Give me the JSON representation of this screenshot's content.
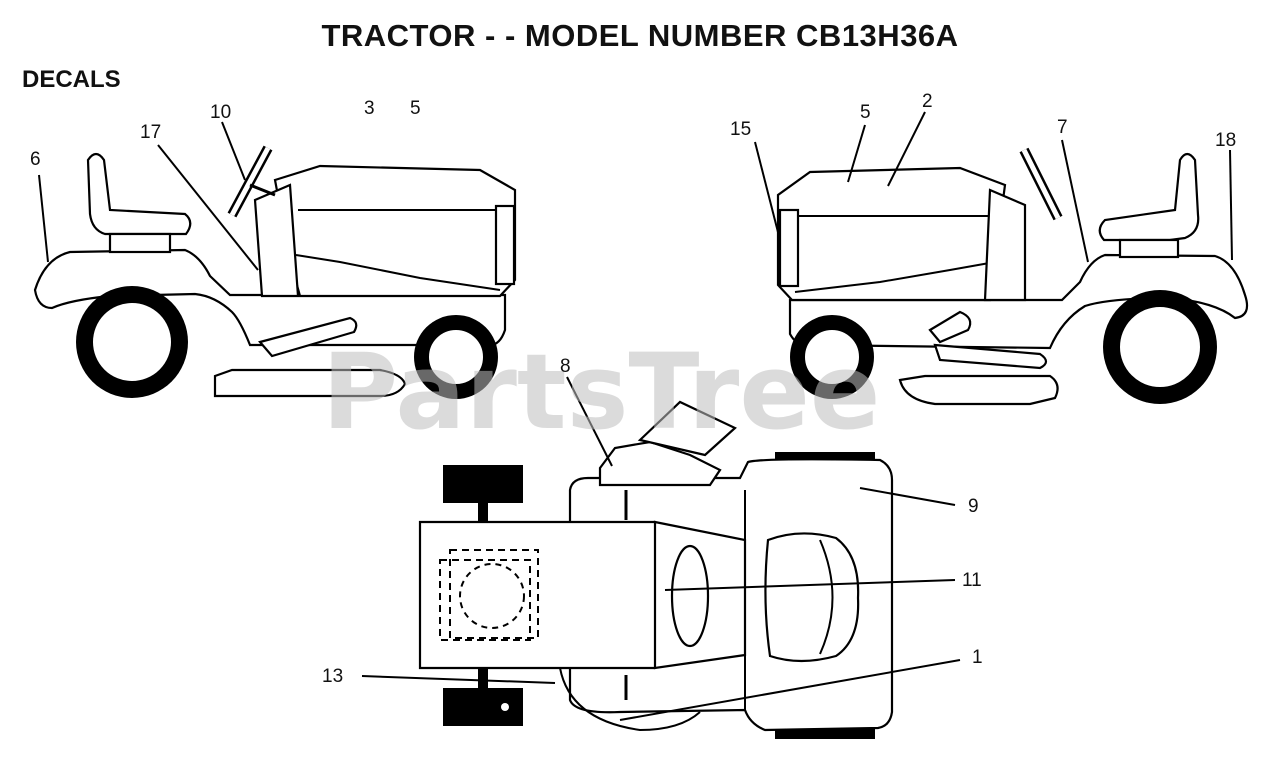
{
  "title": "TRACTOR - - MODEL NUMBER CB13H36A",
  "section": "DECALS",
  "watermark": "PartsTree",
  "callouts": {
    "left_view": [
      "6",
      "17",
      "10",
      "3",
      "5"
    ],
    "right_view": [
      "15",
      "5",
      "2",
      "7",
      "18"
    ],
    "top_view": [
      "8",
      "9",
      "11",
      "1",
      "13"
    ]
  }
}
